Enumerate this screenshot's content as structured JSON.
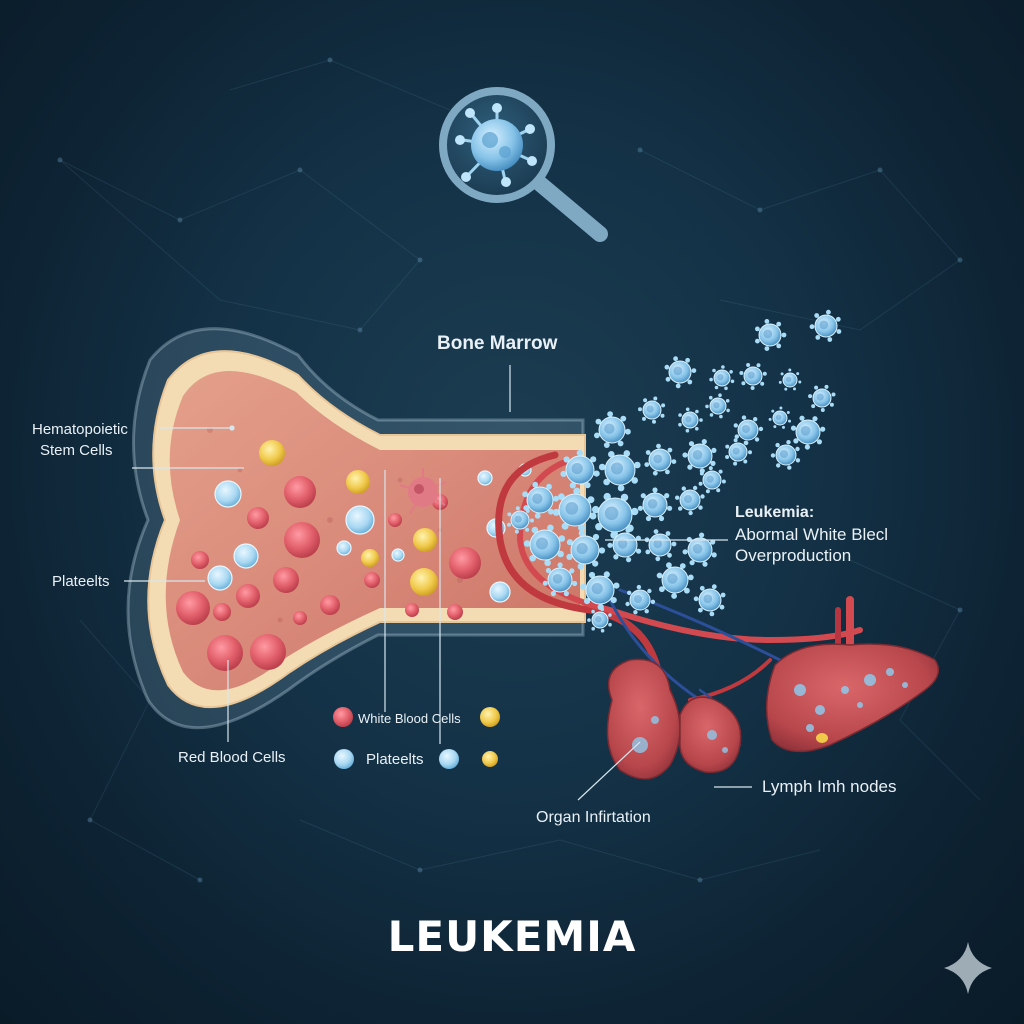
{
  "title": "LEUKEMIA",
  "labels": {
    "bone_marrow": "Bone Marrow",
    "stem_cells_line1": "Hematopoietic",
    "stem_cells_line2": "Stem Cells",
    "platelets_left": "Plateelts",
    "red_blood_cells": "Red Blood Cells",
    "leukemia_heading": "Leukemia:",
    "leukemia_line1": "Abormal White Blecl",
    "leukemia_line2": "Overproduction",
    "legend_white": "White Blood Cells",
    "legend_platelets": "Plateelts",
    "organ_infiltration": "Organ Infirtation",
    "lymph_nodes": "Lymph Imh nodes"
  },
  "icons": [
    "magnifier-icon",
    "sparkle-icon"
  ],
  "colors": {
    "background": "#143247",
    "red_cell": "#e2606b",
    "white_cell": "#a9d8f2",
    "platelet": "#f0c94a",
    "bone_wall": "#f3dcb4",
    "marrow": "#d98a7a",
    "organ": "#b8474c"
  }
}
